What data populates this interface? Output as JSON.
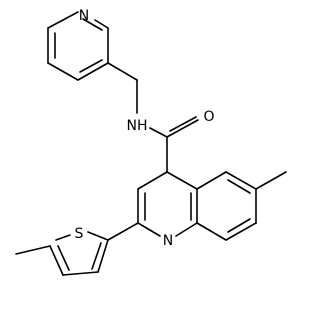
{
  "molecule": {
    "atom_labels": {
      "pyridine_n": "N",
      "amide_nh": "NH",
      "amide_o": "O",
      "quinoline_n": "N",
      "thiophene_s": "S"
    }
  }
}
